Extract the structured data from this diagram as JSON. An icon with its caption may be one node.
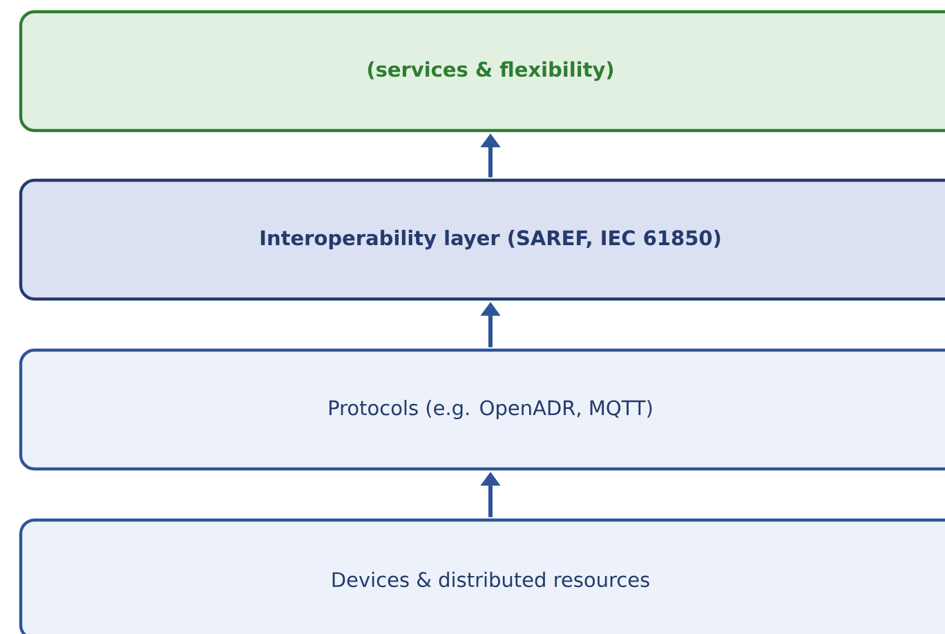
{
  "diagram": {
    "nodes": [
      {
        "text": [
          "(services & flexibility)"
        ]
      },
      {
        "text": [
          "Interoperability layer  (SAREF, IEC 61850)"
        ]
      },
      {
        "text": [
          "Protocols  (e.g. OpenADR, MQTT)"
        ]
      },
      {
        "text": [
          "Devices & distributed resources"
        ]
      }
    ],
    "edges": [
      {
        "from": 1,
        "to": 0,
        "arrow": "to"
      },
      {
        "from": 2,
        "to": 1,
        "arrow": "to"
      },
      {
        "from": 3,
        "to": 2,
        "arrow": "to"
      }
    ]
  }
}
